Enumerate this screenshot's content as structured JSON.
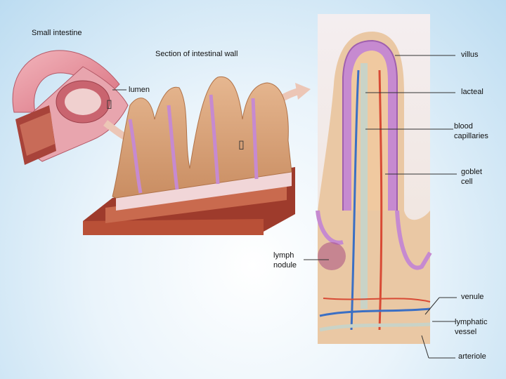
{
  "titles": {
    "small_intestine": "Small intestine",
    "section_wall": "Section of intestinal wall"
  },
  "labels": {
    "lumen": "lumen",
    "villus": "villus",
    "lacteal": "lacteal",
    "blood_capillaries": [
      "blood",
      "capillaries"
    ],
    "goblet_cell": [
      "goblet",
      "cell"
    ],
    "lymph_nodule": [
      "lymph",
      "nodule"
    ],
    "venule": "venule",
    "lymphatic_vessel": [
      "lymphatic",
      "vessel"
    ],
    "arteriole": "arteriole"
  },
  "glyphs": {
    "box_1": "▯",
    "box_2": "▯"
  },
  "colors": {
    "intestine_pink": "#e88a98",
    "tissue_tan": "#d9a27a",
    "muscle_red": "#b8553d",
    "villus_purple": "#c68ad0",
    "vein_blue": "#3b6fc4",
    "artery_red": "#d84a35",
    "lacteal_grey": "#c9d3c7"
  }
}
